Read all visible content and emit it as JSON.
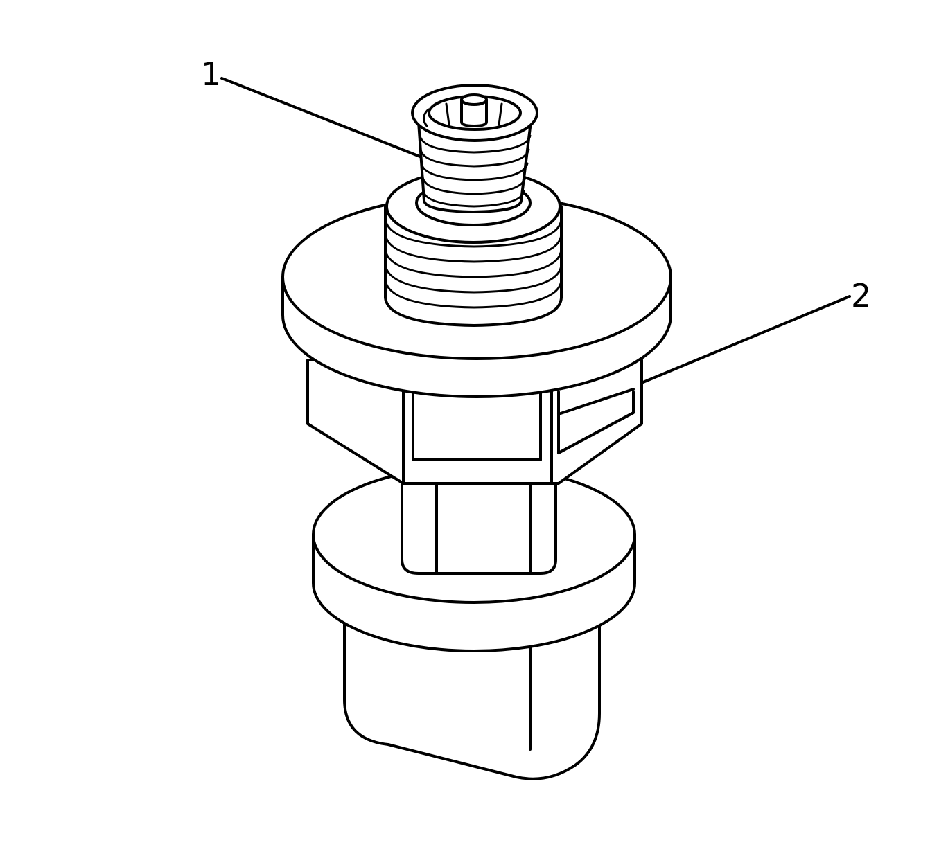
{
  "callouts": [
    {
      "id": "1"
    },
    {
      "id": "2"
    }
  ],
  "labels": {
    "callout_1": "1",
    "callout_2": "2"
  }
}
